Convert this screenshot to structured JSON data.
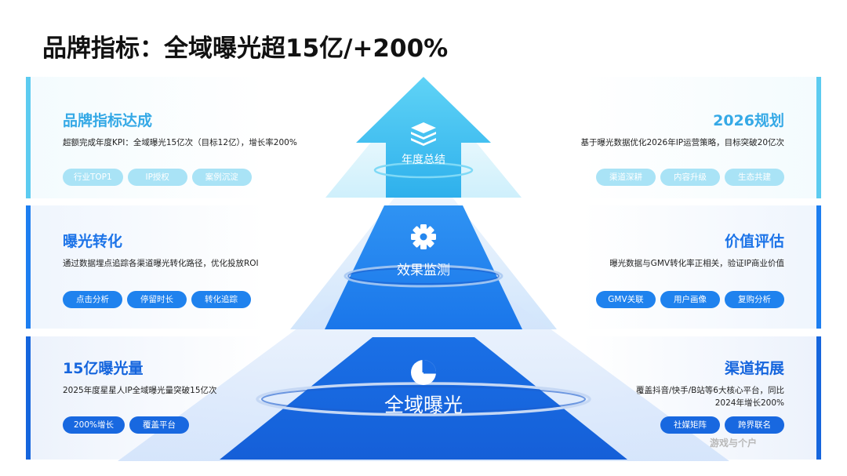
{
  "title": "品牌指标：全域曝光超15亿/+200%",
  "levels": [
    {
      "center_label": "年度总结",
      "center_icon": "stack-layers-icon",
      "left": {
        "heading": "品牌指标达成",
        "desc": "超额完成年度KPI：全域曝光15亿次（目标12亿），增长率200%",
        "tags": [
          "行业TOP1",
          "IP授权",
          "案例沉淀"
        ]
      },
      "right": {
        "heading": "2026规划",
        "desc": "基于曝光数据优化2026年IP运营策略，目标突破20亿次",
        "tags": [
          "渠道深耕",
          "内容升级",
          "生态共建"
        ]
      }
    },
    {
      "center_label": "效果监测",
      "center_icon": "gear-icon",
      "left": {
        "heading": "曝光转化",
        "desc": "通过数据埋点追踪各渠道曝光转化路径，优化投放ROI",
        "tags": [
          "点击分析",
          "停留时长",
          "转化追踪"
        ]
      },
      "right": {
        "heading": "价值评估",
        "desc": "曝光数据与GMV转化率正相关，验证IP商业价值",
        "tags": [
          "GMV关联",
          "用户画像",
          "复购分析"
        ]
      }
    },
    {
      "center_label": "全域曝光",
      "center_icon": "pie-chart-icon",
      "left": {
        "heading": "15亿曝光量",
        "desc": "2025年度星星人IP全域曝光量突破15亿次",
        "tags": [
          "200%增长",
          "覆盖平台"
        ]
      },
      "right": {
        "heading": "渠道拓展",
        "desc_line1": "覆盖抖音/快手/B站等6大核心平台，同比",
        "desc_line2": "2024年增长200%",
        "tags": [
          "社媒矩阵",
          "跨界联名"
        ]
      }
    }
  ],
  "watermark": "游戏与个户",
  "colors": {
    "level1": "#35a9e6",
    "level2": "#1d74e8",
    "level3": "#1565dd",
    "text_dark": "#111111"
  }
}
